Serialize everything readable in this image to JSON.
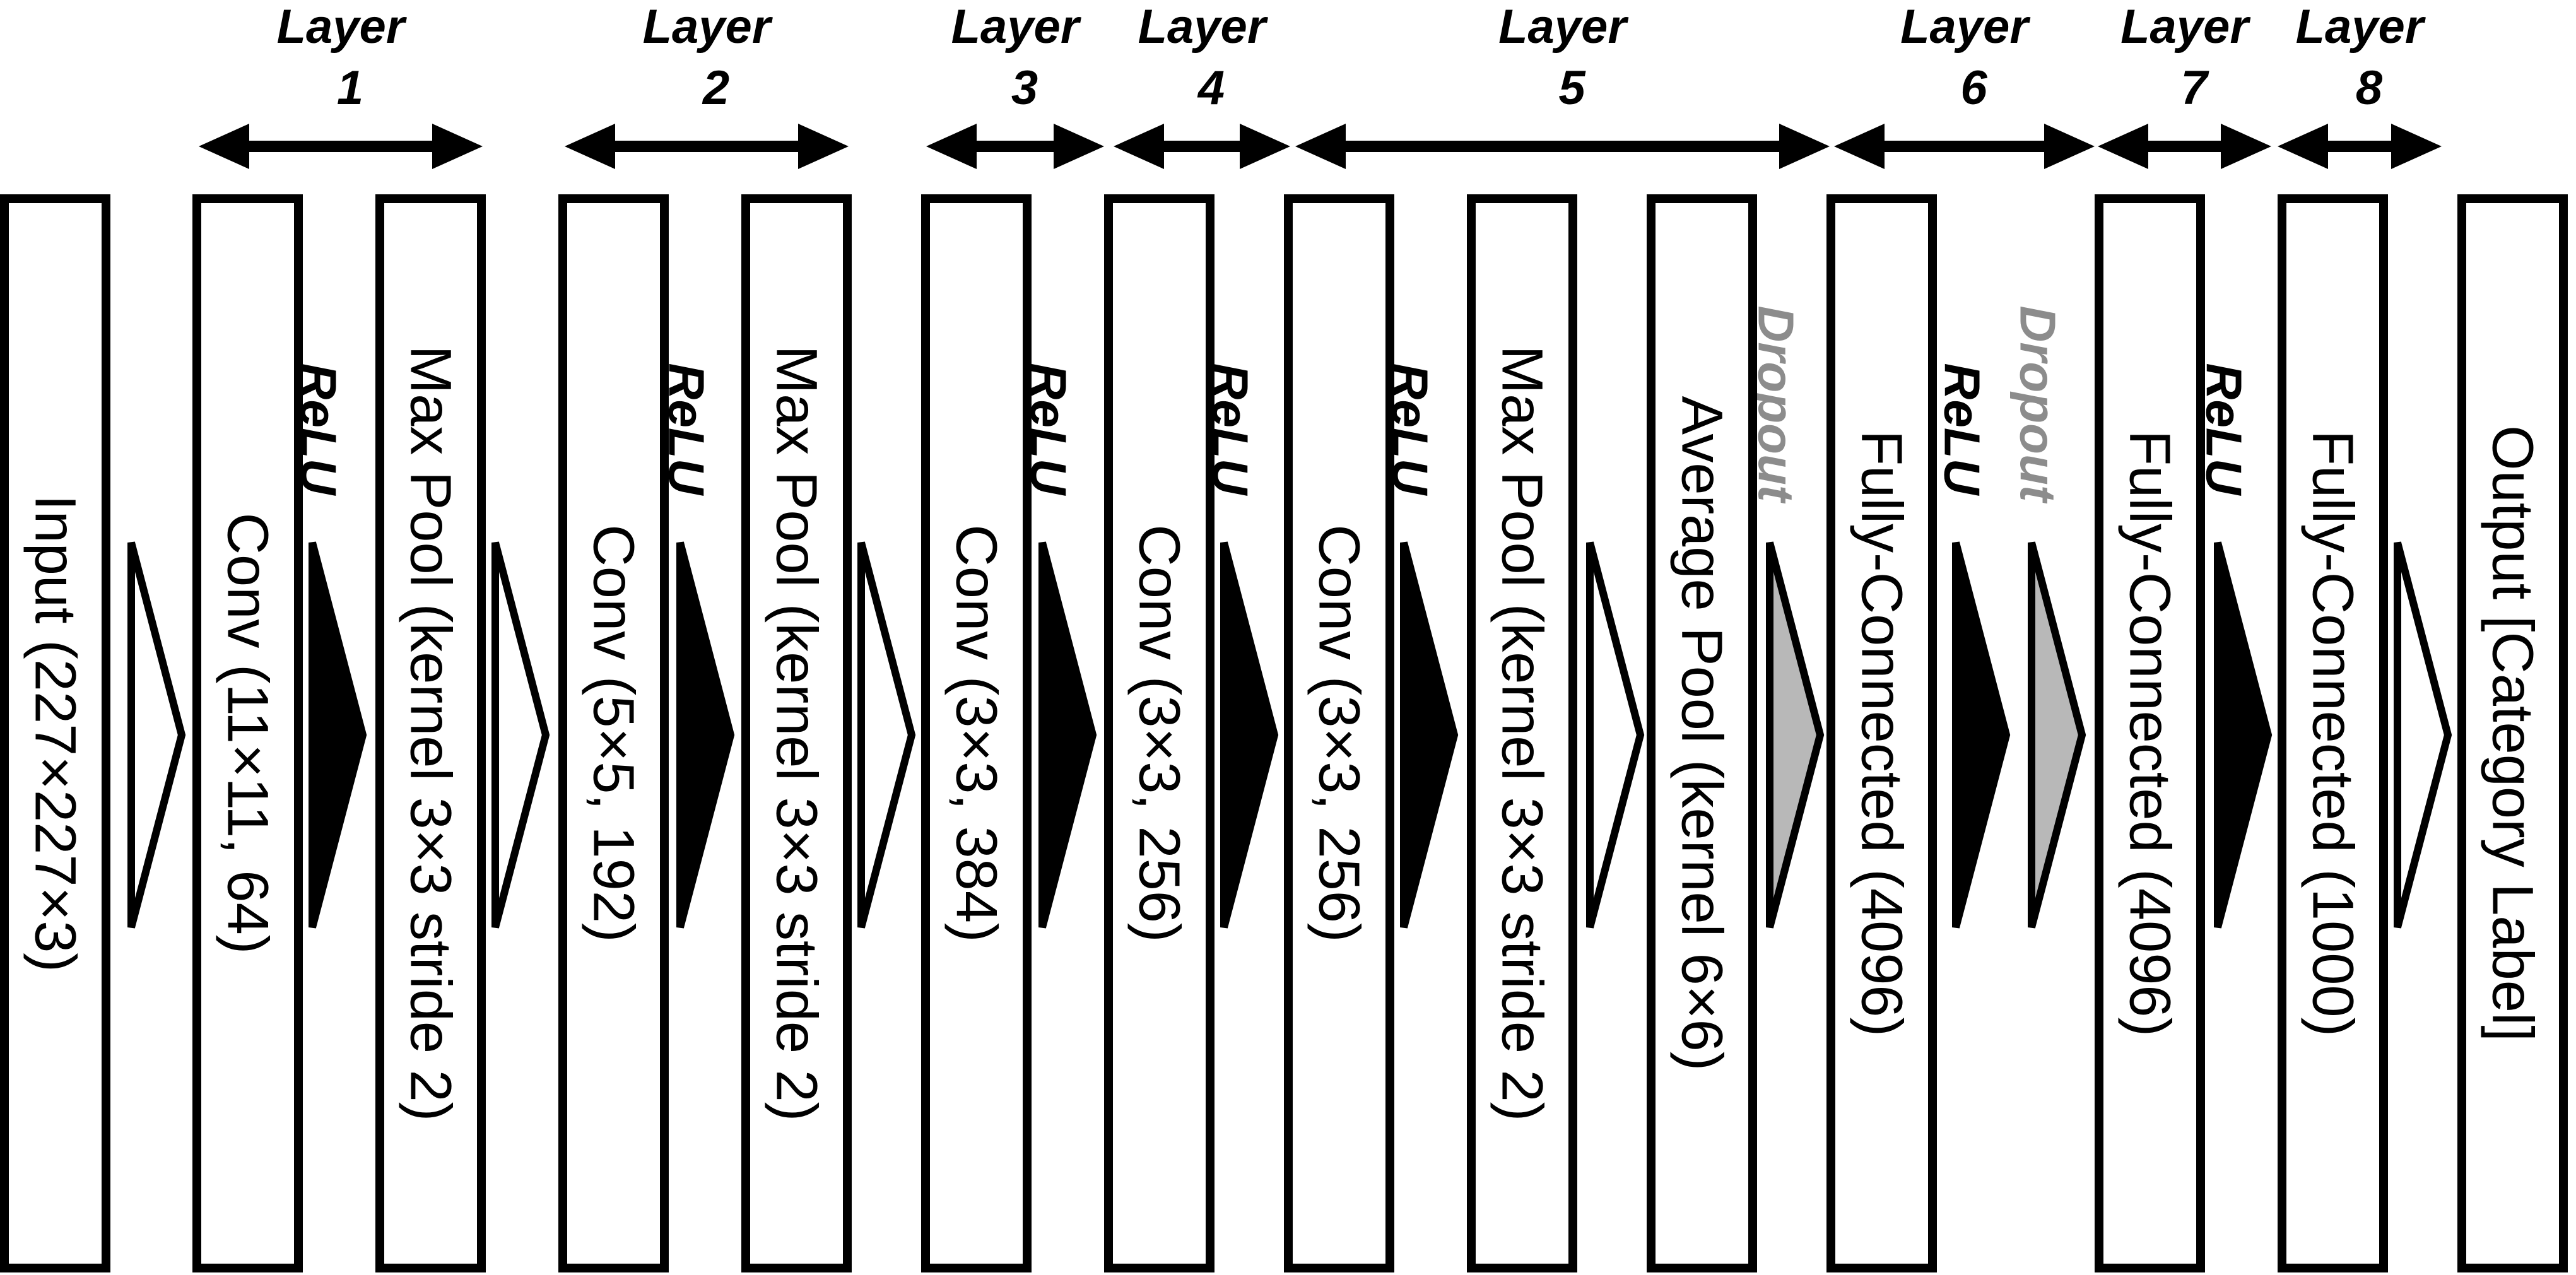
{
  "boxes": [
    {
      "label": "Input (227×227×3)"
    },
    {
      "label": "Conv (11×11, 64)"
    },
    {
      "label": "Max Pool (kernel 3×3 stride 2)"
    },
    {
      "label": "Conv (5×5, 192)"
    },
    {
      "label": "Max Pool (kernel 3×3 stride 2)"
    },
    {
      "label": "Conv (3×3, 384)"
    },
    {
      "label": "Conv (3×3, 256)"
    },
    {
      "label": "Conv (3×3, 256)"
    },
    {
      "label": "Max Pool (kernel 3×3 stride 2)"
    },
    {
      "label": "Average Pool (kernel 6×6)"
    },
    {
      "label": "Fully-Connected (4096)"
    },
    {
      "label": "Fully-Connected (4096)"
    },
    {
      "label": "Fully-Connected (1000)"
    },
    {
      "label": "Output [Category Label]"
    }
  ],
  "connectors": [
    {
      "kind": "plain",
      "label": ""
    },
    {
      "kind": "relu",
      "label": "ReLU"
    },
    {
      "kind": "plain",
      "label": ""
    },
    {
      "kind": "relu",
      "label": "ReLU"
    },
    {
      "kind": "plain",
      "label": ""
    },
    {
      "kind": "relu",
      "label": "ReLU"
    },
    {
      "kind": "relu",
      "label": "ReLU"
    },
    {
      "kind": "relu",
      "label": "ReLU"
    },
    {
      "kind": "plain",
      "label": ""
    },
    {
      "kind": "dropout",
      "label": "Dropout"
    },
    {
      "kind": "relu",
      "label": "ReLU"
    },
    {
      "kind": "dropout",
      "label": "Dropout"
    },
    {
      "kind": "relu",
      "label": "ReLU"
    },
    {
      "kind": "plain",
      "label": ""
    }
  ],
  "layers": [
    {
      "word": "Layer",
      "number": "1"
    },
    {
      "word": "Layer",
      "number": "2"
    },
    {
      "word": "Layer",
      "number": "3"
    },
    {
      "word": "Layer",
      "number": "4"
    },
    {
      "word": "Layer",
      "number": "5"
    },
    {
      "word": "Layer",
      "number": "6"
    },
    {
      "word": "Layer",
      "number": "7"
    },
    {
      "word": "Layer",
      "number": "8"
    }
  ],
  "colors": {
    "stroke": "#000000",
    "relu_arrow": "#000000",
    "dropout_arrow": "#b8b8b8",
    "dropout_text": "#8c8c8c",
    "plain_arrow": "#ffffff"
  }
}
